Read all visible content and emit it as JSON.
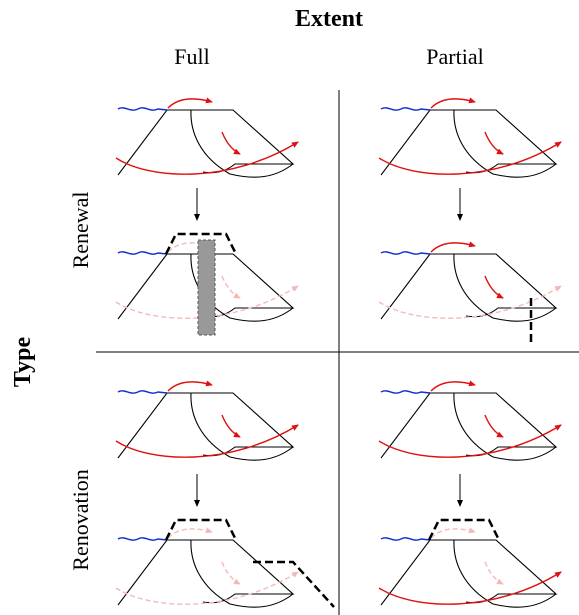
{
  "axis_titles": {
    "columns": "Extent",
    "rows": "Type"
  },
  "column_labels": [
    "Full",
    "Partial"
  ],
  "row_labels": [
    "Renewal",
    "Renovation"
  ],
  "colors": {
    "line": "#000000",
    "flow": "#e01010",
    "flow_faded": "#f4b8b8",
    "water": "#1030d0",
    "fill": "#999999"
  }
}
